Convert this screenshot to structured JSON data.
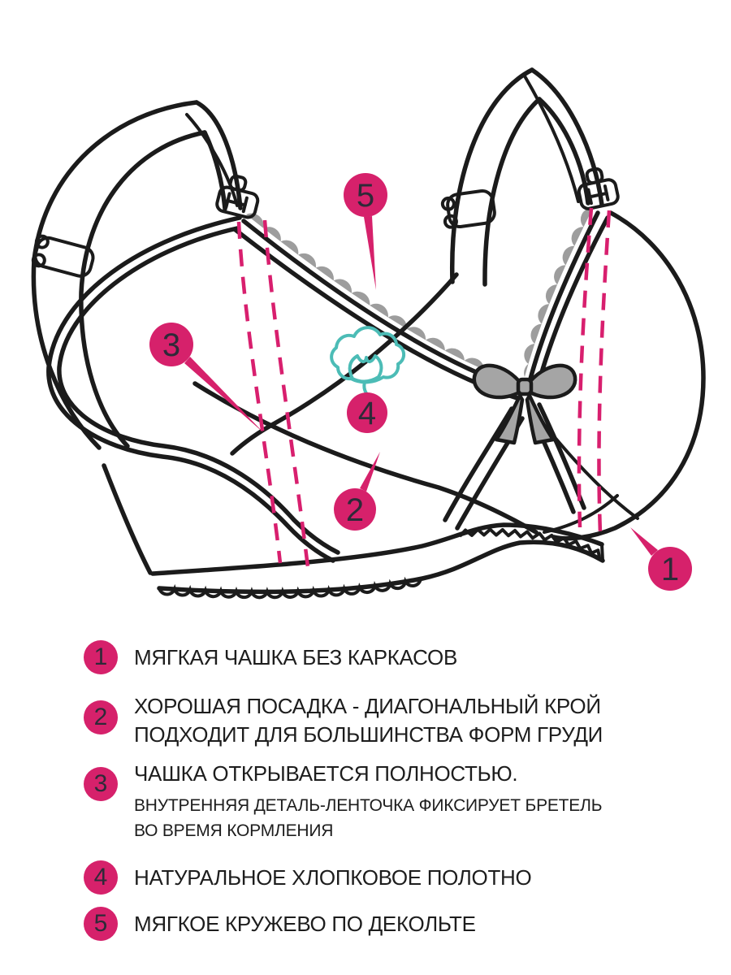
{
  "colors": {
    "accent": "#d6216b",
    "dash": "#d81f6e",
    "line": "#1b1b1b",
    "lace_gray": "#9d9d9d",
    "bow_gray": "#a5a5a5",
    "teal": "#4cbcb6",
    "number": "#2e2a38",
    "text": "#1d1d1d",
    "bg": "#ffffff"
  },
  "diagram": {
    "callouts": [
      {
        "number": "1"
      },
      {
        "number": "2"
      },
      {
        "number": "3"
      },
      {
        "number": "4"
      },
      {
        "number": "5"
      }
    ],
    "icons": [
      "cotton-flower-icon",
      "ribbon-bow-icon",
      "lace-trim",
      "nursing-clasp",
      "strap-slider"
    ]
  },
  "legend": {
    "items": [
      {
        "number": "1",
        "lines": [
          "МЯГКАЯ ЧАШКА БЕЗ КАРКАСОВ"
        ],
        "sublines": []
      },
      {
        "number": "2",
        "lines": [
          "ХОРОШАЯ ПОСАДКА - ДИАГОНАЛЬНЫЙ КРОЙ",
          "ПОДХОДИТ ДЛЯ БОЛЬШИНСТВА ФОРМ ГРУДИ"
        ],
        "sublines": []
      },
      {
        "number": "3",
        "lines": [
          "ЧАШКА ОТКРЫВАЕТСЯ ПОЛНОСТЬЮ."
        ],
        "sublines": [
          "ВНУТРЕННЯЯ ДЕТАЛЬ-ЛЕНТОЧКА ФИКСИРУЕТ БРЕТЕЛЬ",
          "ВО ВРЕМЯ КОРМЛЕНИЯ"
        ]
      },
      {
        "number": "4",
        "lines": [
          "НАТУРАЛЬНОЕ ХЛОПКОВОЕ ПОЛОТНО"
        ],
        "sublines": []
      },
      {
        "number": "5",
        "lines": [
          "МЯГКОЕ КРУЖЕВО ПО ДЕКОЛЬТЕ"
        ],
        "sublines": []
      }
    ]
  }
}
